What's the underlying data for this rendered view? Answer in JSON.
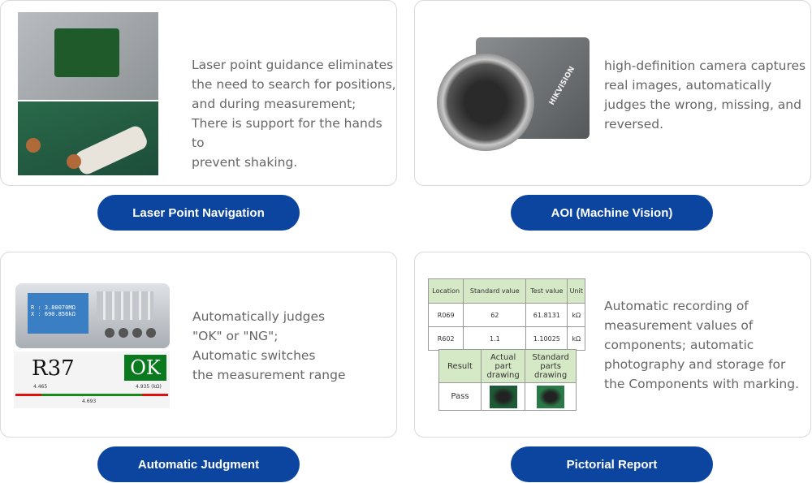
{
  "cards": [
    {
      "title": "Laser Point Navigation",
      "description": "Laser point guidance eliminates\nthe need to search for positions,\nand during measurement;\nThere is support for the hands to\nprevent shaking."
    },
    {
      "title": "AOI (Machine Vision)",
      "description": "high-definition camera captures\nreal images, automatically\njudges the wrong, missing, and\nreversed.",
      "camera_brand": "HIKVISION"
    },
    {
      "title": "Automatic Judgment",
      "description": "Automatically judges\n\"OK\" or \"NG\";\nAutomatic switches\nthe measurement range",
      "meter": {
        "r_line": "R  :  3.80070MΩ",
        "x_line": "X  :  690.856kΩ",
        "component": "R37",
        "result": "OK",
        "low": "4.465",
        "high": "4.935",
        "unit": "(kΩ)",
        "value": "4.693"
      }
    },
    {
      "title": "Pictorial Report",
      "description": "Automatic recording of\nmeasurement values of\ncomponents; automatic\nphotography and storage for\nthe Components with marking.",
      "table": {
        "headers": [
          "Location",
          "Standard value",
          "Test value",
          "Unit"
        ],
        "rows": [
          [
            "R069",
            "62",
            "61.8131",
            "kΩ"
          ],
          [
            "R602",
            "1.1",
            "1.10025",
            "kΩ"
          ]
        ]
      },
      "result_table": {
        "headers": [
          "Result",
          "Actual part drawing",
          "Standard parts drawing"
        ],
        "value": "Pass"
      }
    }
  ],
  "colors": {
    "button": "#0c45a0",
    "ok": "#0a7a1e",
    "range_ok": "#1a8a1a",
    "range_ng": "#e01010"
  }
}
